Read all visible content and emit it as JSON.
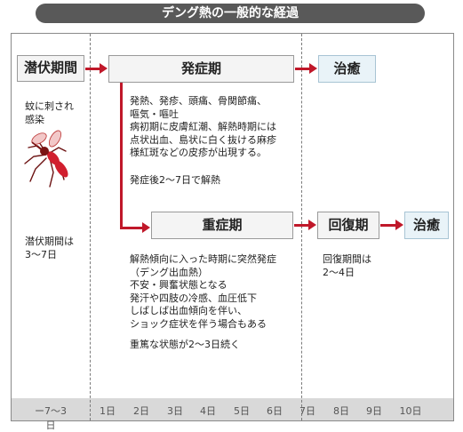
{
  "title": "デング熱の一般的な経過",
  "boxes": {
    "incubation": "潜伏期間",
    "onset": "発症期",
    "cure_top": "治癒",
    "severe": "重症期",
    "recovery": "回復期",
    "cure_bottom": "治癒"
  },
  "texts": {
    "mosquito_note": "蚊に刺され\n感染",
    "incubation_note": "潜伏期間は\n3〜7日",
    "onset_symptoms": "発熱、発疹、頭痛、骨関節痛、\n嘔気・嘔吐\n病初期に皮膚紅潮、解熱時期には\n点状出血、島状に白く抜ける麻疹\n様紅斑などの皮疹が出現する。",
    "onset_resolve": "発症後2〜7日で解熱",
    "severe_symptoms": "解熱傾向に入った時期に突然発症\n（デング出血熱）\n不安・興奮状態となる\n発汗や四肢の冷感、血圧低下\nしばしば出血傾向を伴い、\nショック症状を伴う場合もある",
    "severe_duration": "重篤な状態が2〜3日続く",
    "recovery_note": "回復期間は\n2〜4日"
  },
  "timeline": [
    "ー7〜3日",
    "1日",
    "2日",
    "3日",
    "4日",
    "5日",
    "6日",
    "7日",
    "8日",
    "9日",
    "10日"
  ],
  "colors": {
    "arrow": "#c0182a",
    "title_bg": "#595959",
    "cure_bg": "#e9f3f8",
    "band": "#d9d9d9"
  },
  "icons": {
    "mosquito": "mosquito-icon"
  }
}
